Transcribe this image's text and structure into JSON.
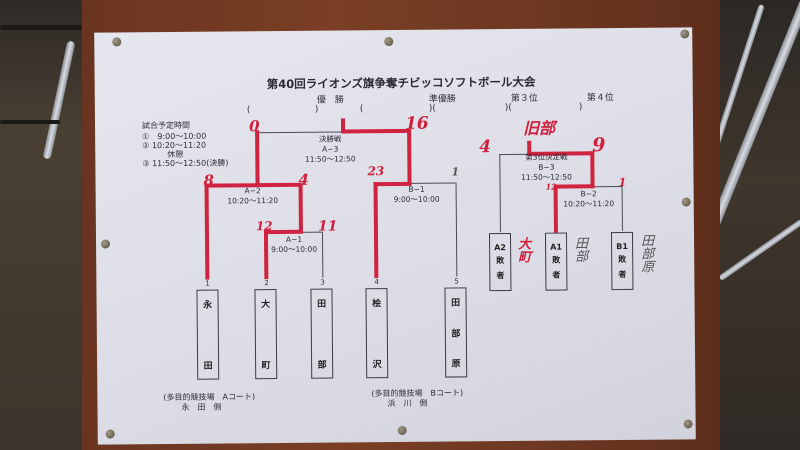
{
  "poster": {
    "title": "第40回ライオンズ旗争奪チビッコソフトボール大会",
    "placings": [
      {
        "label": "優　勝",
        "value": ""
      },
      {
        "label": "準優勝",
        "value": ""
      },
      {
        "label": "第３位",
        "value": ""
      },
      {
        "label": "第４位",
        "value": ""
      }
    ],
    "schedule": {
      "heading": "試合予定時間",
      "items": [
        "①　9:00〜10:00",
        "② 10:20〜11:20",
        "休憩",
        "③ 11:50〜12:50(決勝)"
      ]
    }
  },
  "bracket": {
    "teams": [
      {
        "seed": "1",
        "name_top": "永",
        "name_bottom": "田",
        "name_mid": ""
      },
      {
        "seed": "2",
        "name_top": "大",
        "name_bottom": "町",
        "name_mid": ""
      },
      {
        "seed": "3",
        "name_top": "田",
        "name_bottom": "部",
        "name_mid": ""
      },
      {
        "seed": "4",
        "name_top": "桧",
        "name_bottom": "沢",
        "name_mid": ""
      },
      {
        "seed": "5",
        "name_top": "田",
        "name_bottom": "原",
        "name_mid": "部"
      }
    ],
    "matches": {
      "final": {
        "name": "決勝戦",
        "code": "A−3",
        "time": "11:50〜12:50"
      },
      "a2": {
        "code": "A−2",
        "time": "10:20〜11:20"
      },
      "a1": {
        "code": "A−1",
        "time": "9:00〜10:00"
      },
      "b1": {
        "code": "B−1",
        "time": "9:00〜10:00"
      },
      "third": {
        "name": "第3位決定戦",
        "code": "B−3",
        "time": "11:50〜12:50"
      },
      "b2": {
        "code": "B−2",
        "time": "10:20〜11:20"
      }
    },
    "consolation": [
      {
        "top": "A2",
        "mid": "敗",
        "bottom": "者",
        "note": "大町"
      },
      {
        "top": "A1",
        "mid": "敗",
        "bottom": "者",
        "note": "田部"
      },
      {
        "top": "B1",
        "mid": "敗",
        "bottom": "者",
        "note": "田部原"
      }
    ],
    "scores": {
      "final_left": "0",
      "final_right": "16",
      "a2_left": "8",
      "a2_right": "4",
      "a1_left": "12",
      "a1_right": "11",
      "b1_left": "23",
      "b1_right": "1",
      "third_left": "4",
      "third_right": "9",
      "third_winner": "旧部",
      "b2_left": "12",
      "b2_right": "1"
    },
    "venues": [
      {
        "line1": "(多目的競技場　Aコート)",
        "line2": "永　田　側"
      },
      {
        "line1": "(多目的競技場　Bコート)",
        "line2": "浜　川　側"
      }
    ]
  },
  "colors": {
    "marker_red": "#d0233f",
    "paper": "#e0e0ea",
    "board": "#6e3822"
  }
}
